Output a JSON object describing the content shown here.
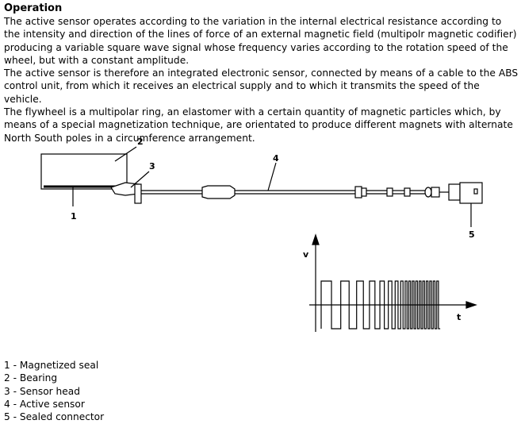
{
  "title": "Operation",
  "paragraphs": [
    "The active sensor operates according to the variation in the internal electrical resistance according to the intensity and direction of the lines of force of an external magnetic field (multipolr magnetic codifier) producing a variable square wave signal whose frequency varies according to the rotation speed of the wheel, but with a constant amplitude.",
    "The active sensor is therefore an integrated electronic sensor, connected by means of a cable to the ABS control unit, from which it receives an electrical supply and to which it transmits the speed of the vehicle.",
    "The flywheel is a multipolar ring, an elastomer with a certain quantity of magnetic particles which, by means of a special magnetization technique, are orientated to produce different magnets with alternate North South poles in a circumference arrangement."
  ],
  "figure": {
    "callouts": [
      "1",
      "2",
      "3",
      "4",
      "5"
    ],
    "graph": {
      "y_axis_label": "v",
      "x_axis_label": "t"
    }
  },
  "legend": [
    "1 - Magnetized seal",
    "2 - Bearing",
    "3 - Sensor head",
    "4 - Active sensor",
    "5 - Sealed connector"
  ]
}
